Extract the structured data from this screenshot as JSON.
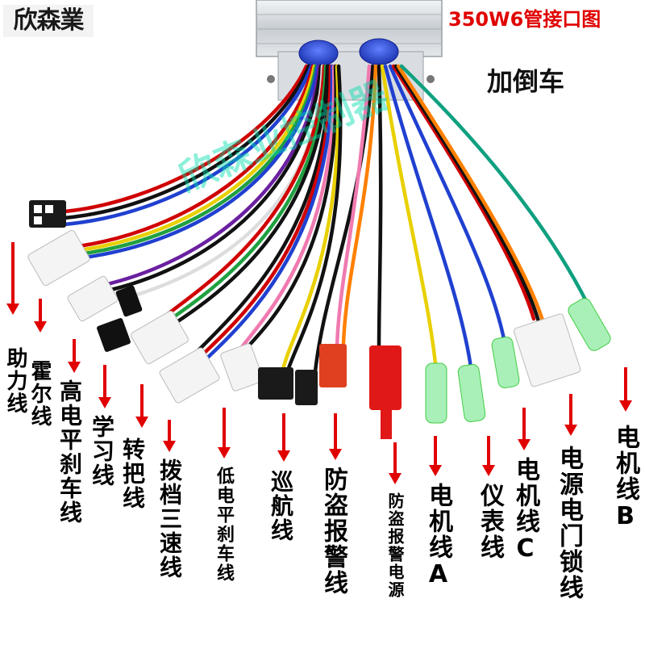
{
  "brand": "欣森業",
  "title": "350W6管接口图",
  "subtitle": "加倒车",
  "watermark": "欣森业控制器",
  "colors": {
    "arrow": "#e00000",
    "title": "#e00000",
    "watermark": "#00dcaa",
    "label": "#000000"
  },
  "wires": [
    {
      "id": "assist",
      "label": "助力线",
      "connector": "3-pin-female",
      "wire_colors": [
        "#d00000",
        "#111111",
        "#2040d0"
      ]
    },
    {
      "id": "hall",
      "label": "霍尔线",
      "connector": "6-pin-white",
      "wire_colors": [
        "#d00000",
        "#111111",
        "#e0e000",
        "#20a040",
        "#2040d0"
      ]
    },
    {
      "id": "high-brake",
      "label": "高电平刹车线",
      "connector": "2-pin-white",
      "wire_colors": [
        "#6a20a0",
        "#111111"
      ]
    },
    {
      "id": "learn",
      "label": "学习线",
      "connector": "2-pin-black",
      "wire_colors": [
        "#dddddd"
      ]
    },
    {
      "id": "throttle",
      "label": "转把线",
      "connector": "3-pin-white",
      "wire_colors": [
        "#d00000",
        "#20a040",
        "#111111"
      ]
    },
    {
      "id": "three-speed",
      "label": "拨档三速线",
      "connector": "3-pin-white",
      "wire_colors": [
        "#111111",
        "#d00000",
        "#2040d0"
      ]
    },
    {
      "id": "low-brake",
      "label": "低电平刹车线",
      "connector": "2-pin-white",
      "wire_colors": [
        "#f07ab0",
        "#111111"
      ]
    },
    {
      "id": "cruise",
      "label": "巡航线",
      "connector": "2-pin-black",
      "wire_colors": [
        "#e8d000",
        "#111111"
      ]
    },
    {
      "id": "alarm",
      "label": "防盗报警线",
      "connector": "3-pin-black",
      "wire_colors": [
        "#f07ab0",
        "#111111"
      ]
    },
    {
      "id": "alarm-power",
      "label": "防盗报警电源",
      "connector": "red-2-pin",
      "wire_colors": [
        "#ff8000",
        "#111111"
      ]
    },
    {
      "id": "motor-a",
      "label": "电机线A",
      "connector": "bullet-green",
      "wire_colors": [
        "#e8d000"
      ]
    },
    {
      "id": "meter",
      "label": "仪表线",
      "connector": "bullet-green",
      "wire_colors": [
        "#2040d0"
      ]
    },
    {
      "id": "motor-c",
      "label": "电机线C",
      "connector": "bullet-green",
      "wire_colors": [
        "#2040d0"
      ]
    },
    {
      "id": "power-lock",
      "label": "电源电门锁线",
      "connector": "4-pin-white",
      "wire_colors": [
        "#d00000",
        "#111111",
        "#ff8000"
      ]
    },
    {
      "id": "motor-b",
      "label": "电机线B",
      "connector": "bullet-green",
      "wire_colors": [
        "#10a080"
      ]
    }
  ]
}
